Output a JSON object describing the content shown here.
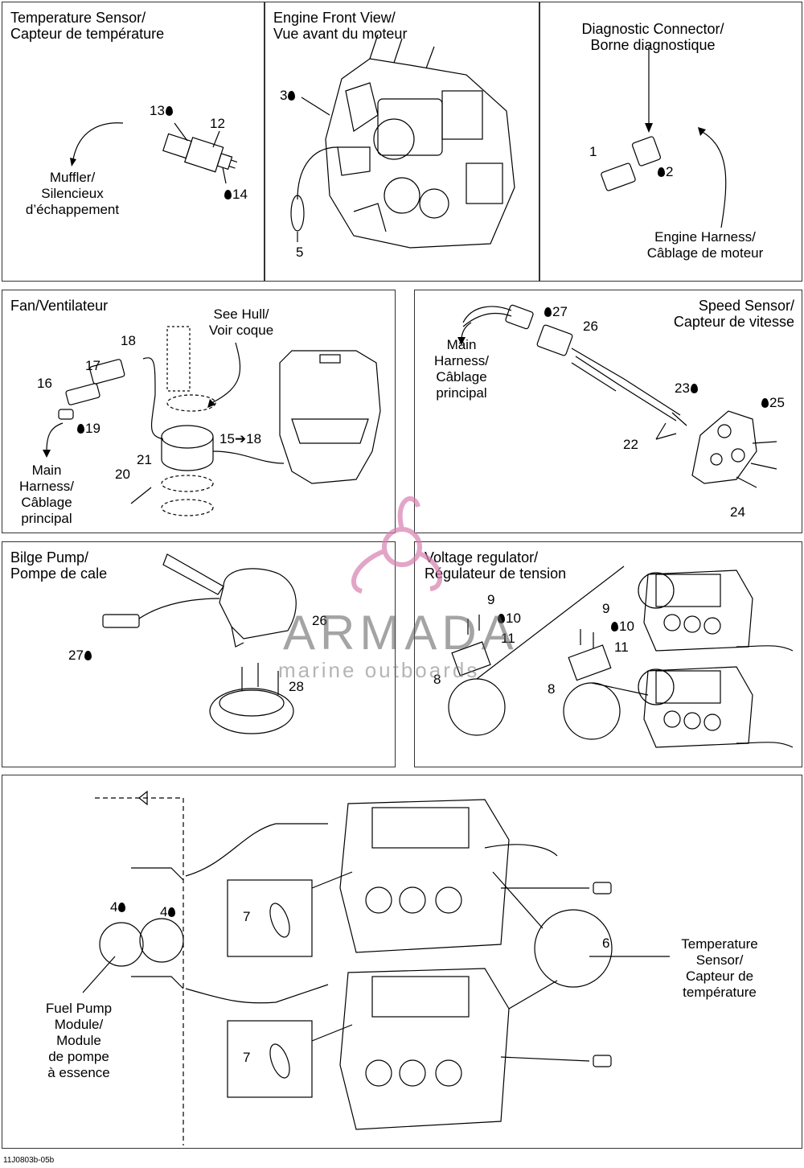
{
  "panels": {
    "temp_sensor": {
      "title": "Temperature Sensor/\nCapteur de température",
      "muffler": "Muffler/\nSilencieux\nd’échappement",
      "n13": "13",
      "n12": "12",
      "n14": "14"
    },
    "engine_front": {
      "title": "Engine Front View/\nVue avant du moteur",
      "n3": "3",
      "n5": "5"
    },
    "diag": {
      "title": "Diagnostic Connector/\nBorne diagnostique",
      "n1": "1",
      "n2": "2",
      "harness": "Engine Harness/\nCâblage de moteur"
    },
    "fan": {
      "title": "Fan/Ventilateur",
      "see_hull": "See Hull/\nVoir coque",
      "n18": "18",
      "n17": "17",
      "n16": "16",
      "n19": "19",
      "n15": "15➔18",
      "n21": "21",
      "n20": "20",
      "main_harness": "Main\nHarness/\nCâblage\nprincipal"
    },
    "speed": {
      "title": "Speed Sensor/\nCapteur de vitesse",
      "n27": "27",
      "n26": "26",
      "main_harness": "Main\nHarness/\nCâblage\nprincipal",
      "n23": "23",
      "n25": "25",
      "n22": "22",
      "n24": "24"
    },
    "bilge": {
      "title": "Bilge Pump/\nPompe de cale",
      "n26": "26",
      "n27": "27",
      "n28": "28"
    },
    "voltage": {
      "title": "Voltage regulator/\nRégulateur de tension",
      "n9a": "9",
      "n10a": "10",
      "n11a": "11",
      "n8a": "8",
      "n9b": "9",
      "n10b": "10",
      "n11b": "11",
      "n8b": "8"
    },
    "fuel": {
      "n4a": "4",
      "n4b": "4",
      "fuel_pump": "Fuel Pump\nModule/\nModule\nde pompe\nà essence",
      "n7a": "7",
      "n7b": "7",
      "n6": "6",
      "temp_sensor": "Temperature\nSensor/\nCapteur de\ntempérature"
    }
  },
  "watermark": {
    "name": "ARMADA",
    "sub": "marine outboards",
    "color": "#d77fb0"
  },
  "figure_code": "11J0803b-05b"
}
